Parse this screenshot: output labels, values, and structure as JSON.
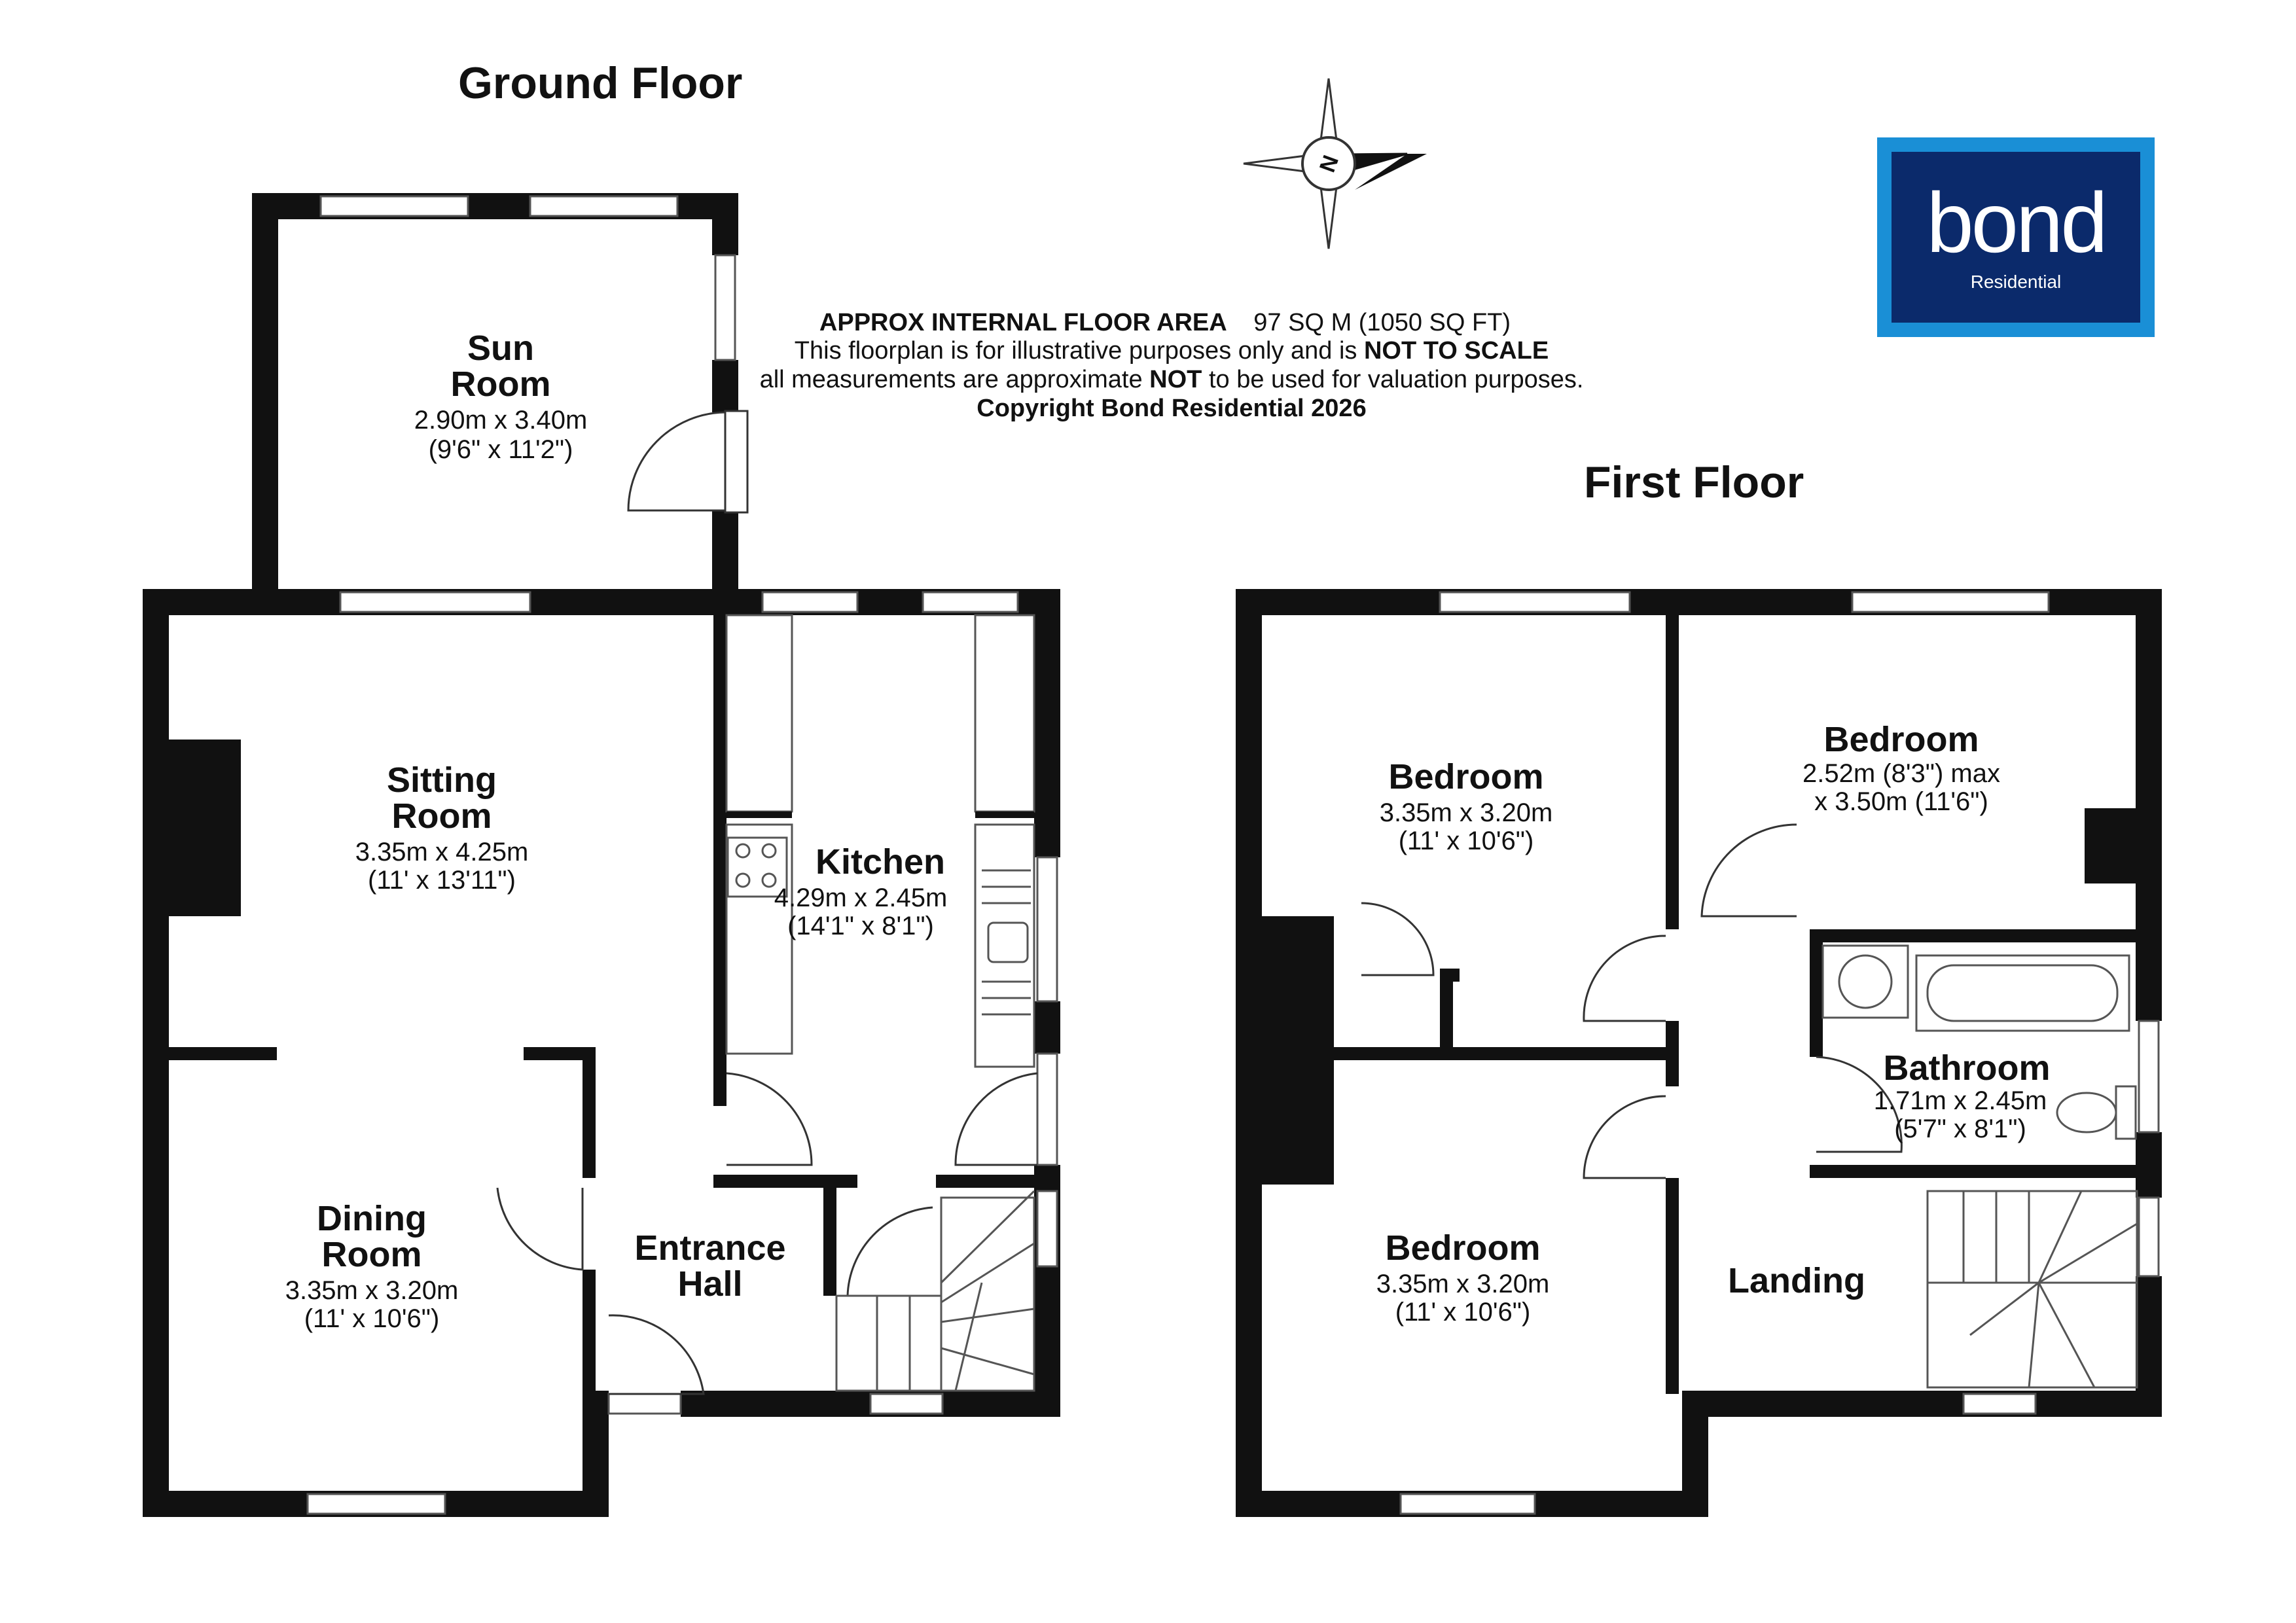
{
  "titles": {
    "ground_floor": "Ground Floor",
    "first_floor": "First Floor"
  },
  "info": {
    "area_label": "APPROX INTERNAL FLOOR AREA",
    "area_value": "97 SQ M (1050 SQ FT)",
    "line2_prefix": "This floorplan is for illustrative purposes only and is ",
    "line2_bold": "NOT TO SCALE",
    "line3_prefix": "all measurements are approximate ",
    "line3_bold": "NOT",
    "line3_suffix": " to be used for valuation purposes.",
    "copyright": "Copyright Bond Residential 2026"
  },
  "compass": {
    "label": "N"
  },
  "logo": {
    "word": "bond",
    "sub": "Residential",
    "outer_color": "#1a8fd6",
    "inner_color": "#0b2a6b"
  },
  "rooms": {
    "sun_room": {
      "name1": "Sun",
      "name2": "Room",
      "metric": "2.90m x 3.40m",
      "imperial": "(9'6\" x 11'2\")"
    },
    "sitting_room": {
      "name1": "Sitting",
      "name2": "Room",
      "metric": "3.35m x 4.25m",
      "imperial": "(11' x 13'11\")"
    },
    "kitchen": {
      "name": "Kitchen",
      "metric": "4.29m x 2.45m",
      "imperial": "(14'1\" x 8'1\")"
    },
    "dining_room": {
      "name1": "Dining",
      "name2": "Room",
      "metric": "3.35m x 3.20m",
      "imperial": "(11' x 10'6\")"
    },
    "entrance_hall": {
      "name1": "Entrance",
      "name2": "Hall"
    },
    "bedroom_1": {
      "name": "Bedroom",
      "metric": "3.35m x 3.20m",
      "imperial": "(11' x 10'6\")"
    },
    "bedroom_2": {
      "name": "Bedroom",
      "metric": "2.52m (8'3\") max",
      "imperial": "x 3.50m (11'6\")"
    },
    "bedroom_3": {
      "name": "Bedroom",
      "metric": "3.35m x 3.20m",
      "imperial": "(11' x 10'6\")"
    },
    "bathroom": {
      "name": "Bathroom",
      "metric": "1.71m x 2.45m",
      "imperial": "(5'7\" x 8'1\")"
    },
    "landing": {
      "name": "Landing"
    }
  }
}
